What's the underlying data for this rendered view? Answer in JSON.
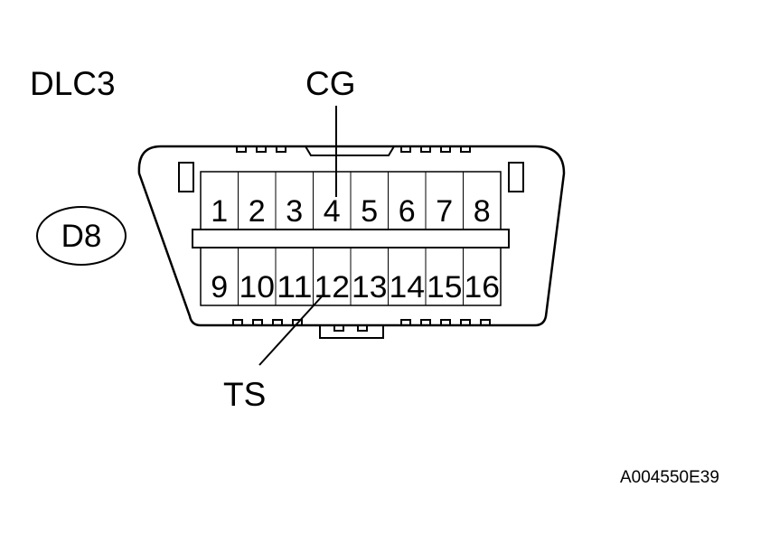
{
  "connector": {
    "name": "DLC3",
    "code": "D8",
    "pins_top": [
      "1",
      "2",
      "3",
      "4",
      "5",
      "6",
      "7",
      "8"
    ],
    "pins_bottom": [
      "9",
      "10",
      "11",
      "12",
      "13",
      "14",
      "15",
      "16"
    ]
  },
  "callouts": {
    "cg": {
      "label": "CG",
      "pin": "4"
    },
    "ts": {
      "label": "TS",
      "pin": "12"
    }
  },
  "figure_id": "A004550E39"
}
